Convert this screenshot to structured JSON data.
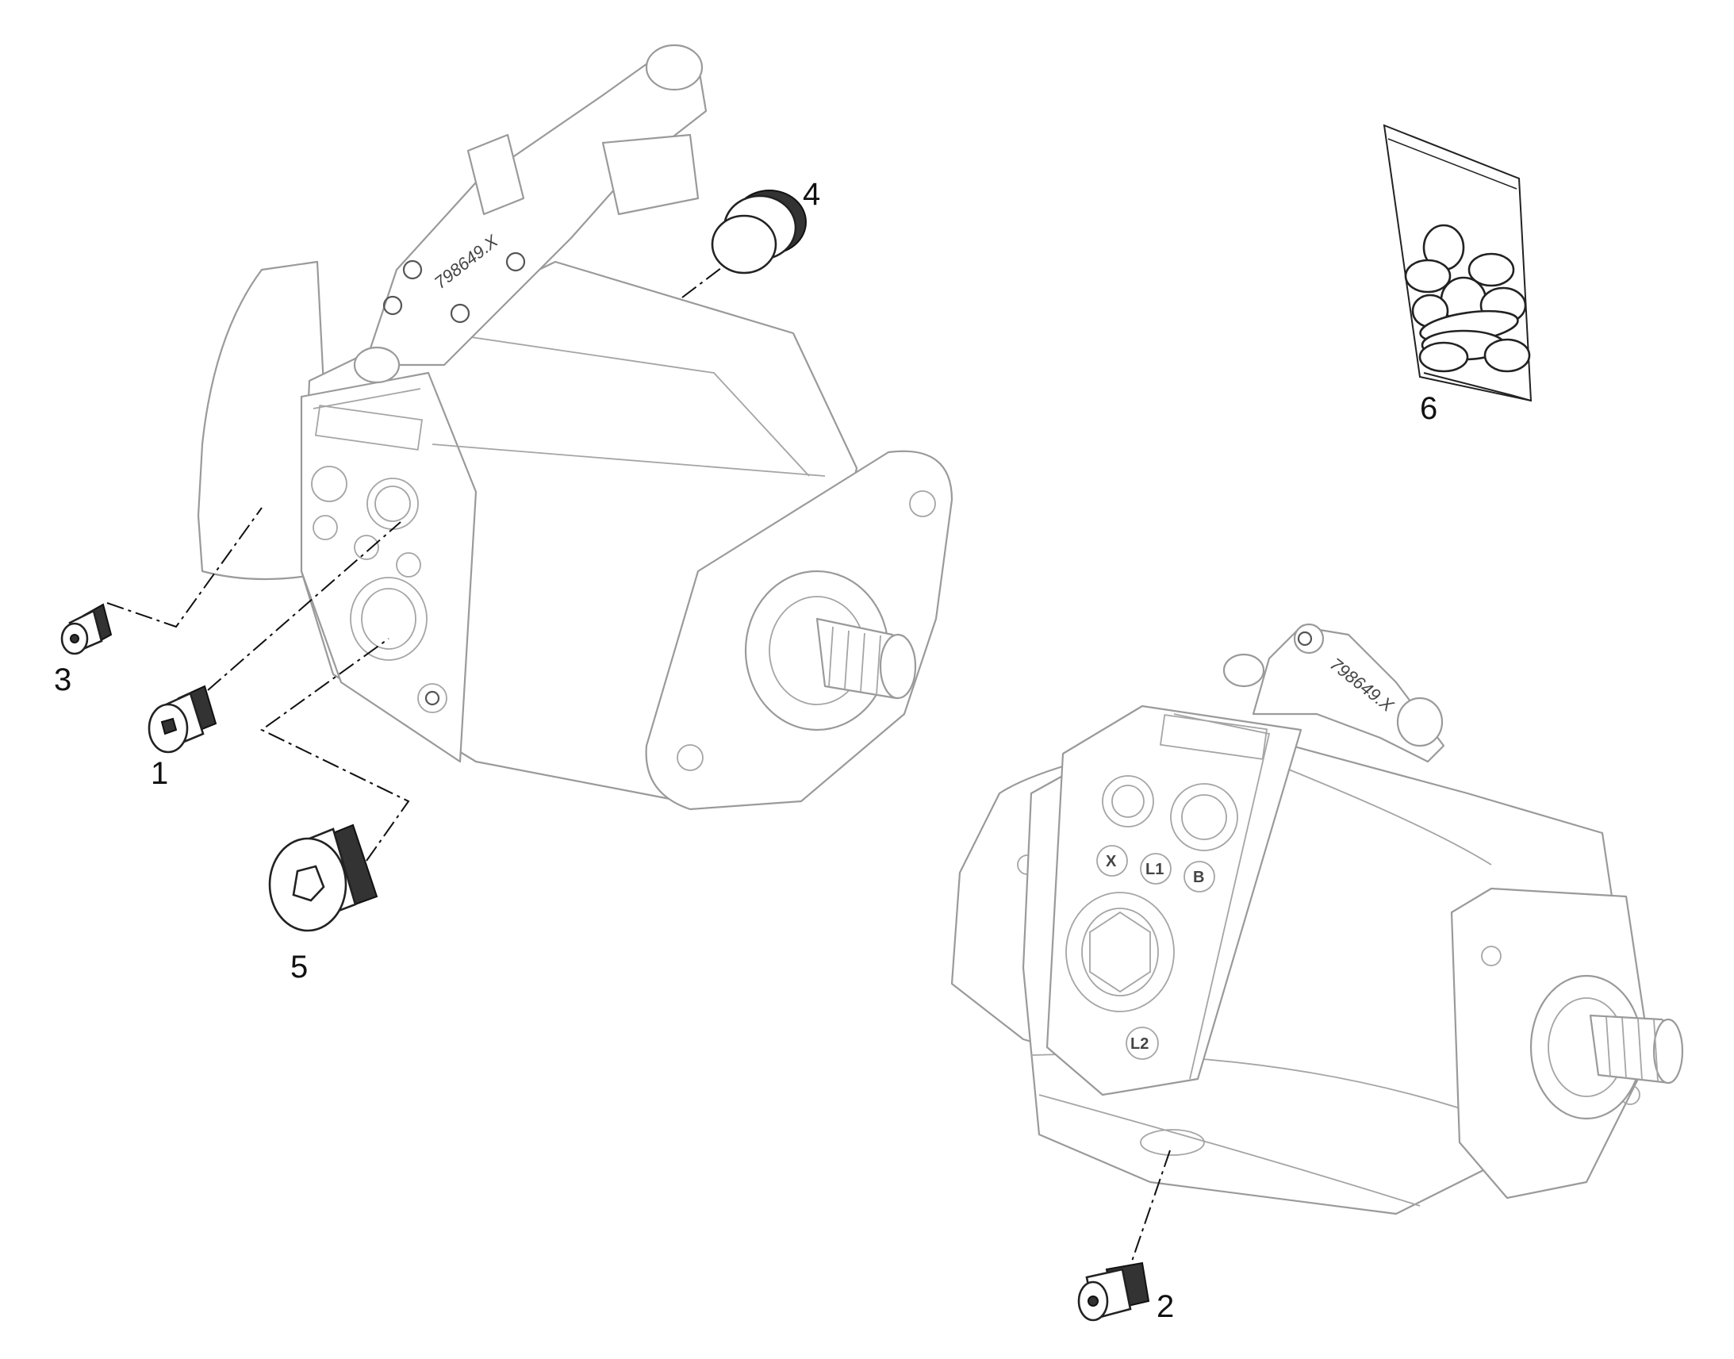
{
  "diagram": {
    "stamp_text": "798649.X",
    "port_labels": {
      "x": "X",
      "l1": "L1",
      "b": "B",
      "l2": "L2"
    },
    "callouts": [
      {
        "id": "1",
        "label": "1"
      },
      {
        "id": "2",
        "label": "2"
      },
      {
        "id": "3",
        "label": "3"
      },
      {
        "id": "4",
        "label": "4"
      },
      {
        "id": "5",
        "label": "5"
      },
      {
        "id": "6",
        "label": "6"
      }
    ]
  }
}
